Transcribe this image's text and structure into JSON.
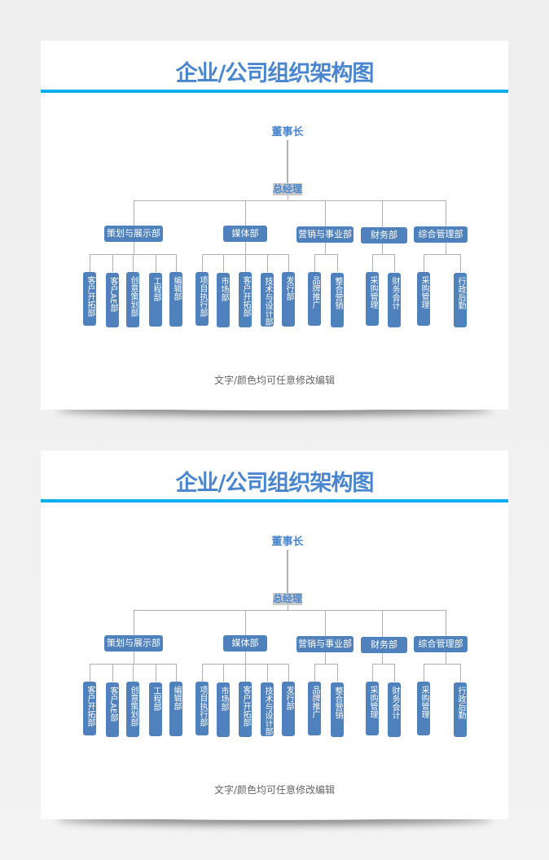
{
  "title": "企业/公司组织架构图",
  "ceo": "董事长",
  "gm": "总经理",
  "footer": "文字/颜色均可任意修改编辑",
  "departments": [
    {
      "name": "策划与展示部",
      "subs": [
        "客户开拓部",
        "客户AE部",
        "创意策划部",
        "工程部",
        "编辑部"
      ]
    },
    {
      "name": "媒体部",
      "subs": [
        "项目执行部",
        "市场部",
        "客户开拓部",
        "技术与设计部",
        "发行部"
      ]
    },
    {
      "name": "营销与事业部",
      "subs": [
        "品牌推广",
        "整合营销"
      ]
    },
    {
      "name": "财务部",
      "subs": [
        "采购管理",
        "财务会计"
      ]
    },
    {
      "name": "综合管理部",
      "subs": [
        "采购管理",
        "行政后勤"
      ]
    }
  ],
  "colors": {
    "accent": "#4a86cf",
    "box": "#4f81bd",
    "rule": "#00aeef"
  }
}
